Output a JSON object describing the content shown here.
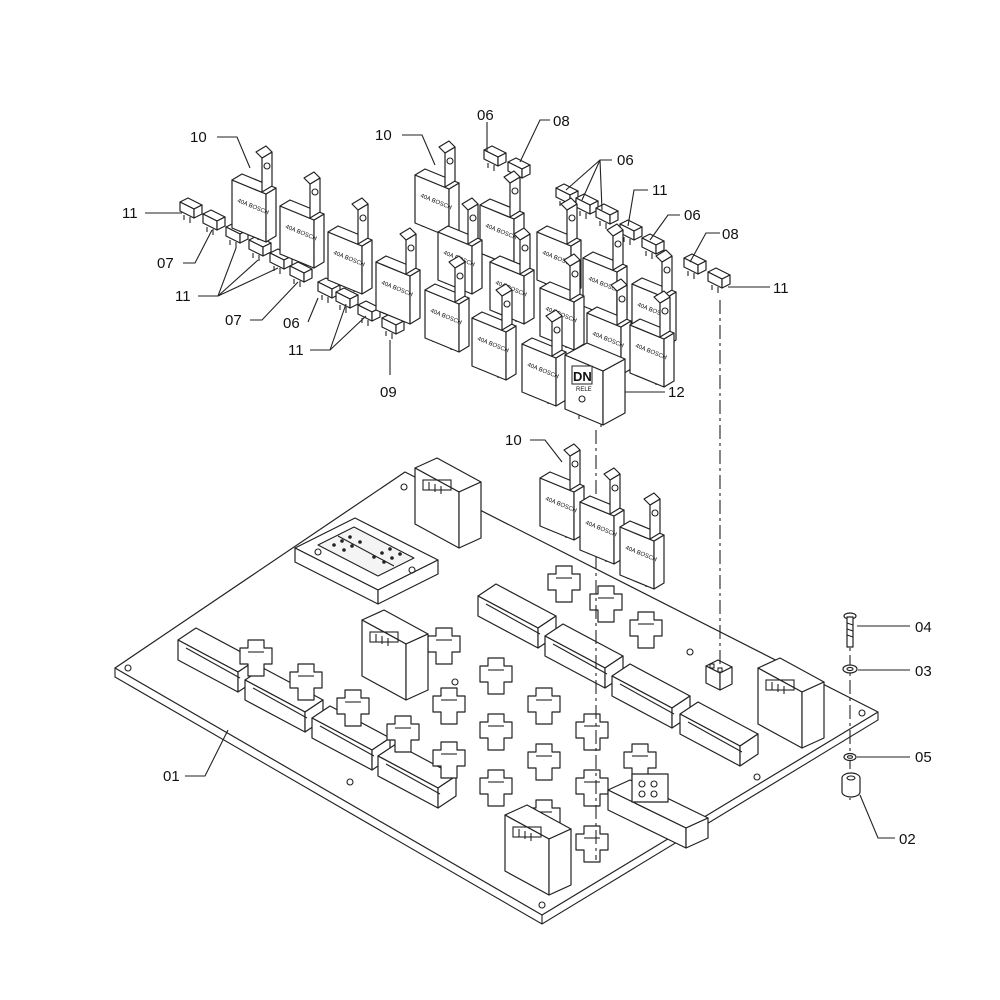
{
  "diagram": {
    "relay_marking": "40A BOSCH",
    "module_logo": "DN",
    "module_marking": "RELE",
    "callouts": {
      "c01": "01",
      "c02": "02",
      "c03": "03",
      "c04": "04",
      "c05": "05",
      "c06": "06",
      "c07": "07",
      "c08": "08",
      "c09": "09",
      "c10": "10",
      "c11": "11",
      "c12": "12"
    }
  }
}
